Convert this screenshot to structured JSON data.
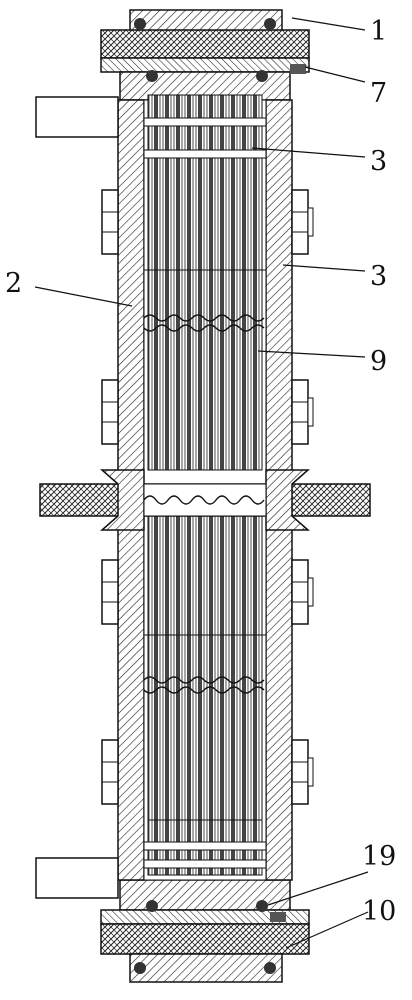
{
  "callouts": {
    "c1": "1",
    "c7": "7",
    "c3a": "3",
    "c3b": "3",
    "c2": "2",
    "c9": "9",
    "c19": "19",
    "c10": "10"
  }
}
